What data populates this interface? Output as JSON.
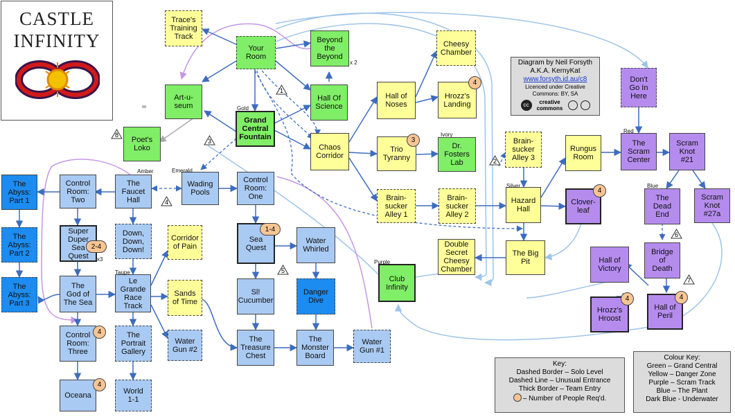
{
  "logo": {
    "line1": "CASTLE",
    "line2": "INFINITY"
  },
  "credit": {
    "line1": "Diagram by Neil Forsyth",
    "line2": "A.K.A. KernyKat",
    "link": "www.forsyth.id.au/c8",
    "line3": "Licenced under Creative",
    "line4": "Commons: BY, SA",
    "cc_mark": "creative commons"
  },
  "key": {
    "title": "Key:",
    "dashed_border": "Dashed Border – Solo Level",
    "dashed_line": "Dashed Line – Unusual Entrance",
    "thick_border": "Thick Border – Team Entry",
    "circle": "– Number of People Req'd."
  },
  "colour_key": {
    "title": "Colour Key:",
    "green": "Green – Grand Central",
    "yellow": "Yellow – Danger Zone",
    "purple": "Purple – Scram Track",
    "blue": "Blue – The Plant",
    "dark_blue": "Dark Blue - Underwater"
  },
  "colors": {
    "green": "#80ee66",
    "yellow": "#ffff99",
    "purple": "#b58cee",
    "blue": "#a9caf2",
    "dark_blue": "#1c8cf0",
    "badge": "#f7c593",
    "wire": "#3c6cbf",
    "light_wire": "#9dc4e8",
    "pink_wire": "#c596e6"
  },
  "nodes": {
    "traces": "Trace's\nTraining\nTrack",
    "your_room": "Your\nRoom",
    "beyond": "Beyond\nthe\nBeyond",
    "cheesy": "Cheesy\nChamber",
    "artuseum": "Art-u-\nseum",
    "hall_science": "Hall Of\nScience",
    "hall_noses": "Hall of\nNoses",
    "hrozzs_landing": "Hrozz's\nLanding",
    "dont_go": "Don't\nGo In\nHere",
    "grand_central": "Grand\nCentral\nFountain",
    "chaos": "Chaos\nCorridor",
    "trio": "Trio\nTyranny",
    "dr_fosters": "Dr.\nFosters\nLab",
    "brainsucker3": "Brain-\nsucker\nAlley 3",
    "rungus": "Rungus\nRoom",
    "scram_center": "The\nScram\nCenter",
    "scram_knot21": "Scram\nKnot\n#21",
    "poets": "Poet's\nLoko",
    "abyss1": "The\nAbyss:\nPart 1",
    "control_two": "Control\nRoom:\nTwo",
    "faucet": "The\nFaucet\nHall",
    "wading": "Wading\nPools",
    "control_one": "Control\nRoom:\nOne",
    "brainsucker1": "Brain-\nsucker\nAlley 1",
    "brainsucker2": "Brain-\nsucker\nAlley 2",
    "hazard": "Hazard\nHall",
    "cloverleaf": "Clover-\nleaf",
    "dead_end": "The\nDead\nEnd",
    "scram_knot27": "Scram\nKnot\n#27a",
    "abyss2": "The\nAbyss:\nPart 2",
    "super_duper": "Super\nDuper\nSea\nQuest",
    "down_down": "Down,\nDown,\nDown!",
    "corridor_pain": "Corridor\nof Pain",
    "sea_quest": "Sea\nQuest",
    "water_whirled": "Water\nWhirled",
    "double_secret": "Double\nSecret\nCheesy\nChamber",
    "big_pit": "The Big\nPit",
    "hall_victory": "Hall of\nVictory",
    "bridge_death": "Bridge\nof\nDeath",
    "abyss3": "The\nAbyss:\nPart 3",
    "god_sea": "The\nGod of\nThe Sea",
    "le_grande": "Le\nGrande\nRace\nTrack",
    "sands": "Sands\nof Time",
    "sl_cucumber": "Sl!\nCucumber",
    "danger_dive": "Danger\nDive",
    "club_infinity": "Club\nInfinity",
    "hrozzs_hroost": "Hrozz's\nHroost",
    "hall_peril": "Hall of\nPeril",
    "control_three": "Control\nRoom:\nThree",
    "portrait": "The\nPortrait\nGallery",
    "water_gun2": "Water\nGun #2",
    "treasure": "The\nTreasure\nChest",
    "monster": "The\nMonster\nBoard",
    "water_gun1": "Water\nGun #1",
    "oceana": "Oceana",
    "world11": "World\n1-1"
  },
  "badges": {
    "hrozzs_landing": "4",
    "trio": "3",
    "cloverleaf": "4",
    "super_duper": "2-4",
    "sea_quest": "1-4",
    "hrozzs_hroost": "4",
    "hall_peril": "4",
    "control_three": "4",
    "oceana": "4"
  },
  "tags": {
    "gold": "Gold",
    "ivory": "Ivory",
    "red": "Red",
    "amber": "Amber",
    "emerald": "Emerald",
    "silver": "Silver",
    "blue": "Blue",
    "taupe": "Taupe",
    "purple": "Purple",
    "x2": "x 2",
    "x3": "x3"
  },
  "triangles": {
    "t1": "1",
    "t2": "2",
    "t3": "3",
    "t4": "4",
    "t5": "5",
    "t6": "6",
    "t7": "7",
    "t8": "8"
  }
}
